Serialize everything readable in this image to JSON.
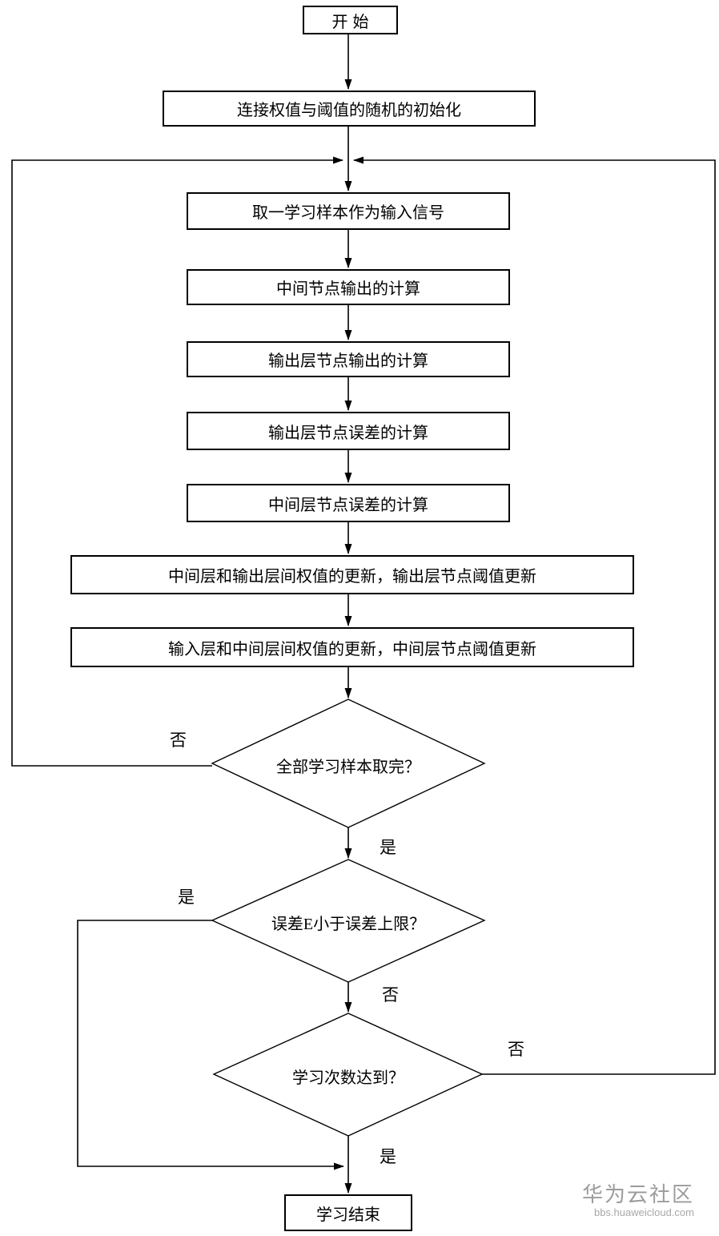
{
  "colors": {
    "line": "#000000",
    "background": "#ffffff",
    "watermark": "#9c9c9c"
  },
  "flowchart": {
    "nodes": {
      "start": "开始",
      "init": "连接权值与阈值的随机的初始化",
      "take_sample": "取一学习样本作为输入信号",
      "hidden_output": "中间节点输出的计算",
      "output_output": "输出层节点输出的计算",
      "output_error": "输出层节点误差的计算",
      "hidden_error": "中间层节点误差的计算",
      "update_hidden_output": "中间层和输出层间权值的更新，输出层节点阈值更新",
      "update_input_hidden": "输入层和中间层间权值的更新，中间层节点阈值更新",
      "end": "学习结束"
    },
    "decisions": {
      "all_samples_taken": "全部学习样本取完？",
      "error_below_limit": "误差E小于误差上限？",
      "iterations_reached": "学习次数达到？"
    },
    "branch_labels": {
      "all_samples_no": "否",
      "all_samples_yes": "是",
      "error_yes": "是",
      "error_no": "否",
      "iterations_no": "否",
      "iterations_yes": "是"
    }
  },
  "watermark": {
    "brand": "华为云社区",
    "url": "bbs.huaweicloud.com"
  }
}
